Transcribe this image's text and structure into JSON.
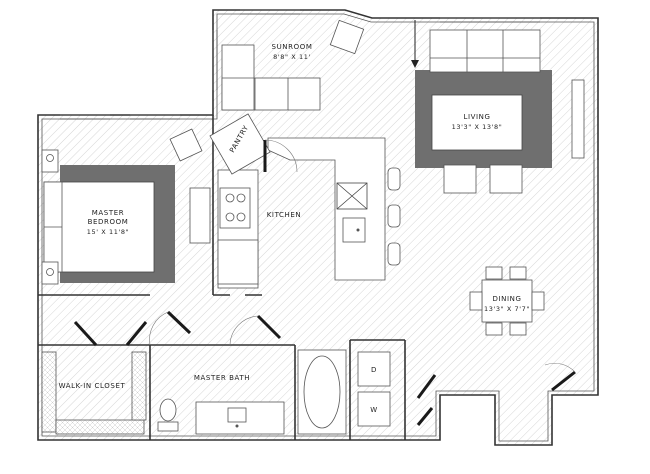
{
  "plan": {
    "rooms": [
      {
        "id": "sunroom",
        "name": "SUNROOM",
        "dims": "8'8\" X 11'"
      },
      {
        "id": "living",
        "name": "LIVING",
        "dims": "13'3\" X 13'8\""
      },
      {
        "id": "pantry",
        "name": "PANTRY"
      },
      {
        "id": "kitchen",
        "name": "KITCHEN"
      },
      {
        "id": "master-bedroom",
        "name": "MASTER\nBEDROOM",
        "name_line1": "MASTER",
        "name_line2": "BEDROOM",
        "dims": "15' X 11'8\""
      },
      {
        "id": "dining",
        "name": "DINING",
        "dims": "13'3\" X 7'7\""
      },
      {
        "id": "walk-in-closet",
        "name": "WALK-IN CLOSET"
      },
      {
        "id": "master-bath",
        "name": "MASTER BATH"
      }
    ],
    "appliances": {
      "dryer": "D",
      "washer": "W"
    },
    "colors": {
      "wall": "#333333",
      "hatch": "#d6d6d6",
      "rug": "#6f6f6f"
    }
  }
}
